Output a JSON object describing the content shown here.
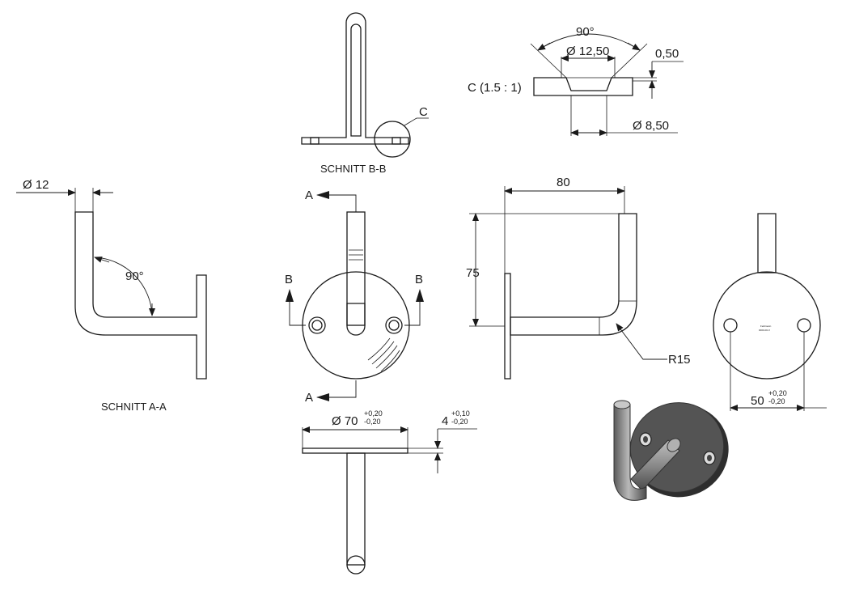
{
  "views": {
    "section_aa": {
      "label": "SCHNITT A-A",
      "diameter": "Ø 12",
      "angle": "90°"
    },
    "section_bb": {
      "label": "SCHNITT B-B",
      "detail_ref": "C"
    },
    "detail_c": {
      "label": "C (1.5 : 1)",
      "angle": "90°",
      "outer_diameter": "Ø 12,50",
      "depth": "0,50",
      "inner_diameter": "Ø 8,50"
    },
    "front_view": {
      "cut_a_top": "A",
      "cut_a_bottom": "A",
      "cut_b_left": "B",
      "cut_b_right": "B"
    },
    "side_view": {
      "width": "80",
      "height": "75",
      "radius": "R15"
    },
    "back_view": {
      "engraving_line1": "Feldmann",
      "engraving_line2": "0000-00-V",
      "hole_spacing": "50",
      "tol_plus": "+0,20",
      "tol_minus": "-0,20"
    },
    "top_view": {
      "plate_diameter": "Ø 70",
      "plate_tol_plus": "+0,20",
      "plate_tol_minus": "-0,20",
      "thickness": "4",
      "thickness_tol_plus": "+0,10",
      "thickness_tol_minus": "-0,20"
    }
  },
  "colors": {
    "line": "#1a1a1a",
    "paper": "#ffffff",
    "shade_dark": "#3c3c3c",
    "shade_mid": "#7a7a7a",
    "shade_light": "#b8b8b8"
  }
}
